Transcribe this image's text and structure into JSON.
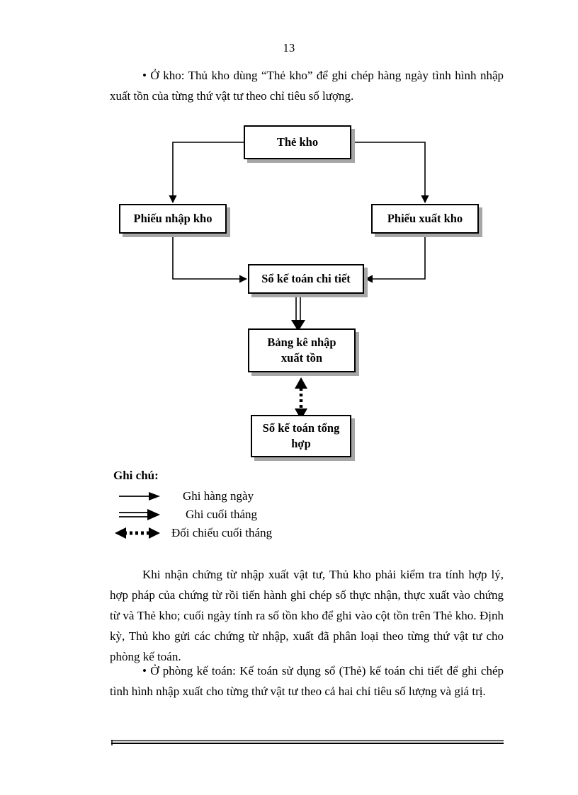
{
  "page": {
    "number": "13"
  },
  "paragraphs": {
    "top": "• Ở kho: Thủ kho dùng “Thẻ kho” để ghi chép hàng ngày tình hình nhập xuất tồn của từng thứ vật tư theo chỉ tiêu số lượng.",
    "middle": "Khi nhận chứng từ nhập xuất vật tư, Thủ kho phải kiểm tra tính hợp lý, hợp pháp của chứng từ rồi tiến hành ghi chép số thực nhận, thực xuất vào chứng từ  và Thẻ kho; cuối ngày tính ra số tồn kho để ghi vào cột tồn trên Thẻ kho. Định kỳ, Thủ kho gửi các chứng từ nhập, xuất đã phân loại theo từng thứ vật tư  cho phòng kế toán.",
    "bottom": "• Ở phòng kế toán: Kế toán sử dụng sổ (Thẻ) kế toán chi tiết để ghi chép tình hình nhập xuất cho từng thứ vật tư theo cả hai chỉ tiêu số lượng và giá trị."
  },
  "diagram": {
    "type": "flowchart",
    "boxes": [
      {
        "id": "the-kho",
        "label": "Thẻ kho"
      },
      {
        "id": "phieu-nhap",
        "label": "Phiếu nhập kho"
      },
      {
        "id": "phieu-xuat",
        "label": "Phiếu xuất kho"
      },
      {
        "id": "so-chi-tiet",
        "label": "Sổ kế toán chi tiết"
      },
      {
        "id": "bang-ke",
        "label": "Bảng kê nhập\nxuất tồn"
      },
      {
        "id": "so-tong-hop",
        "label": "Sổ kế toán tổng\nhợp"
      }
    ],
    "box_labels": {
      "the_kho": "Thẻ kho",
      "phieu_nhap": "Phiếu nhập kho",
      "phieu_xuat": "Phiếu xuất kho",
      "so_chi_tiet": "Sổ kế toán chi tiết",
      "bang_ke_line1": "Bảng kê nhập",
      "bang_ke_line2": "xuất tồn",
      "so_tong_hop_line1": "Sổ kế toán tổng",
      "so_tong_hop_line2": "hợp"
    },
    "connections": [
      {
        "from": "the-kho",
        "to": "phieu-nhap",
        "style": "solid-single"
      },
      {
        "from": "the-kho",
        "to": "phieu-xuat",
        "style": "solid-single"
      },
      {
        "from": "phieu-nhap",
        "to": "so-chi-tiet",
        "style": "solid-single"
      },
      {
        "from": "phieu-xuat",
        "to": "so-chi-tiet",
        "style": "solid-single"
      },
      {
        "from": "so-chi-tiet",
        "to": "bang-ke",
        "style": "double-line"
      },
      {
        "from": "bang-ke",
        "to": "so-tong-hop",
        "style": "dashed-bidirectional"
      }
    ],
    "colors": {
      "line": "#000000",
      "box_border": "#000000",
      "box_shadow": "#a6a6a6",
      "box_fill": "#ffffff"
    }
  },
  "legend": {
    "title": "Ghi chú:",
    "items": [
      {
        "glyph": "arrow-solid-single",
        "label": "Ghi hàng ngày"
      },
      {
        "glyph": "arrow-double-line",
        "label": "Ghi cuối tháng"
      },
      {
        "glyph": "arrow-dashed-both",
        "label": "Đối chiếu cuối tháng"
      }
    ]
  }
}
